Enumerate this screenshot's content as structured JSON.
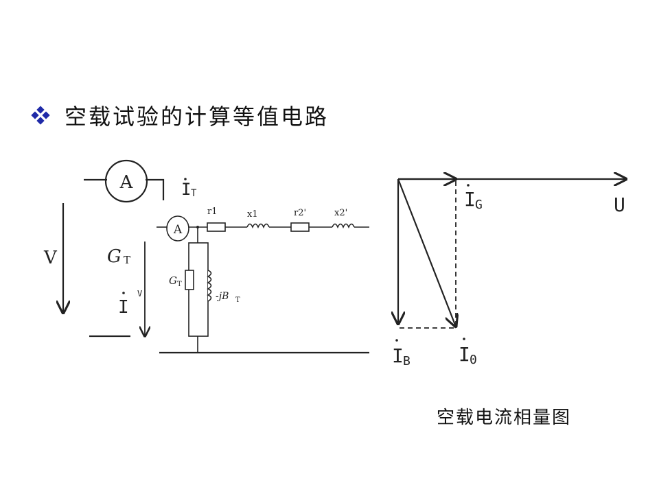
{
  "title": "空载试验的计算等值电路",
  "caption": "空载电流相量图",
  "bullet_icon": "four-diamond-bullet-icon",
  "colors": {
    "bullet": "#1f2aa8",
    "line": "#222222"
  },
  "circuit": {
    "ammeter_outer": "A",
    "ammeter_inner": "A",
    "current_top": "I",
    "current_top_sub": "T",
    "voltage": "V",
    "conductance_outer": "G",
    "conductance_outer_sub": "T",
    "current_mid": "I",
    "current_mid_sub": "V",
    "conductance_inner": "G",
    "conductance_inner_sub": "T",
    "susceptance": "-jB",
    "susceptance_sub": "T",
    "r1": "r1",
    "x1": "x1",
    "r2": "r2'",
    "x2": "x2'"
  },
  "phasor": {
    "ig": "I",
    "ig_sub": "G",
    "u": "U",
    "ib": "I",
    "ib_sub": "B",
    "i0": "I",
    "i0_sub": "0"
  }
}
